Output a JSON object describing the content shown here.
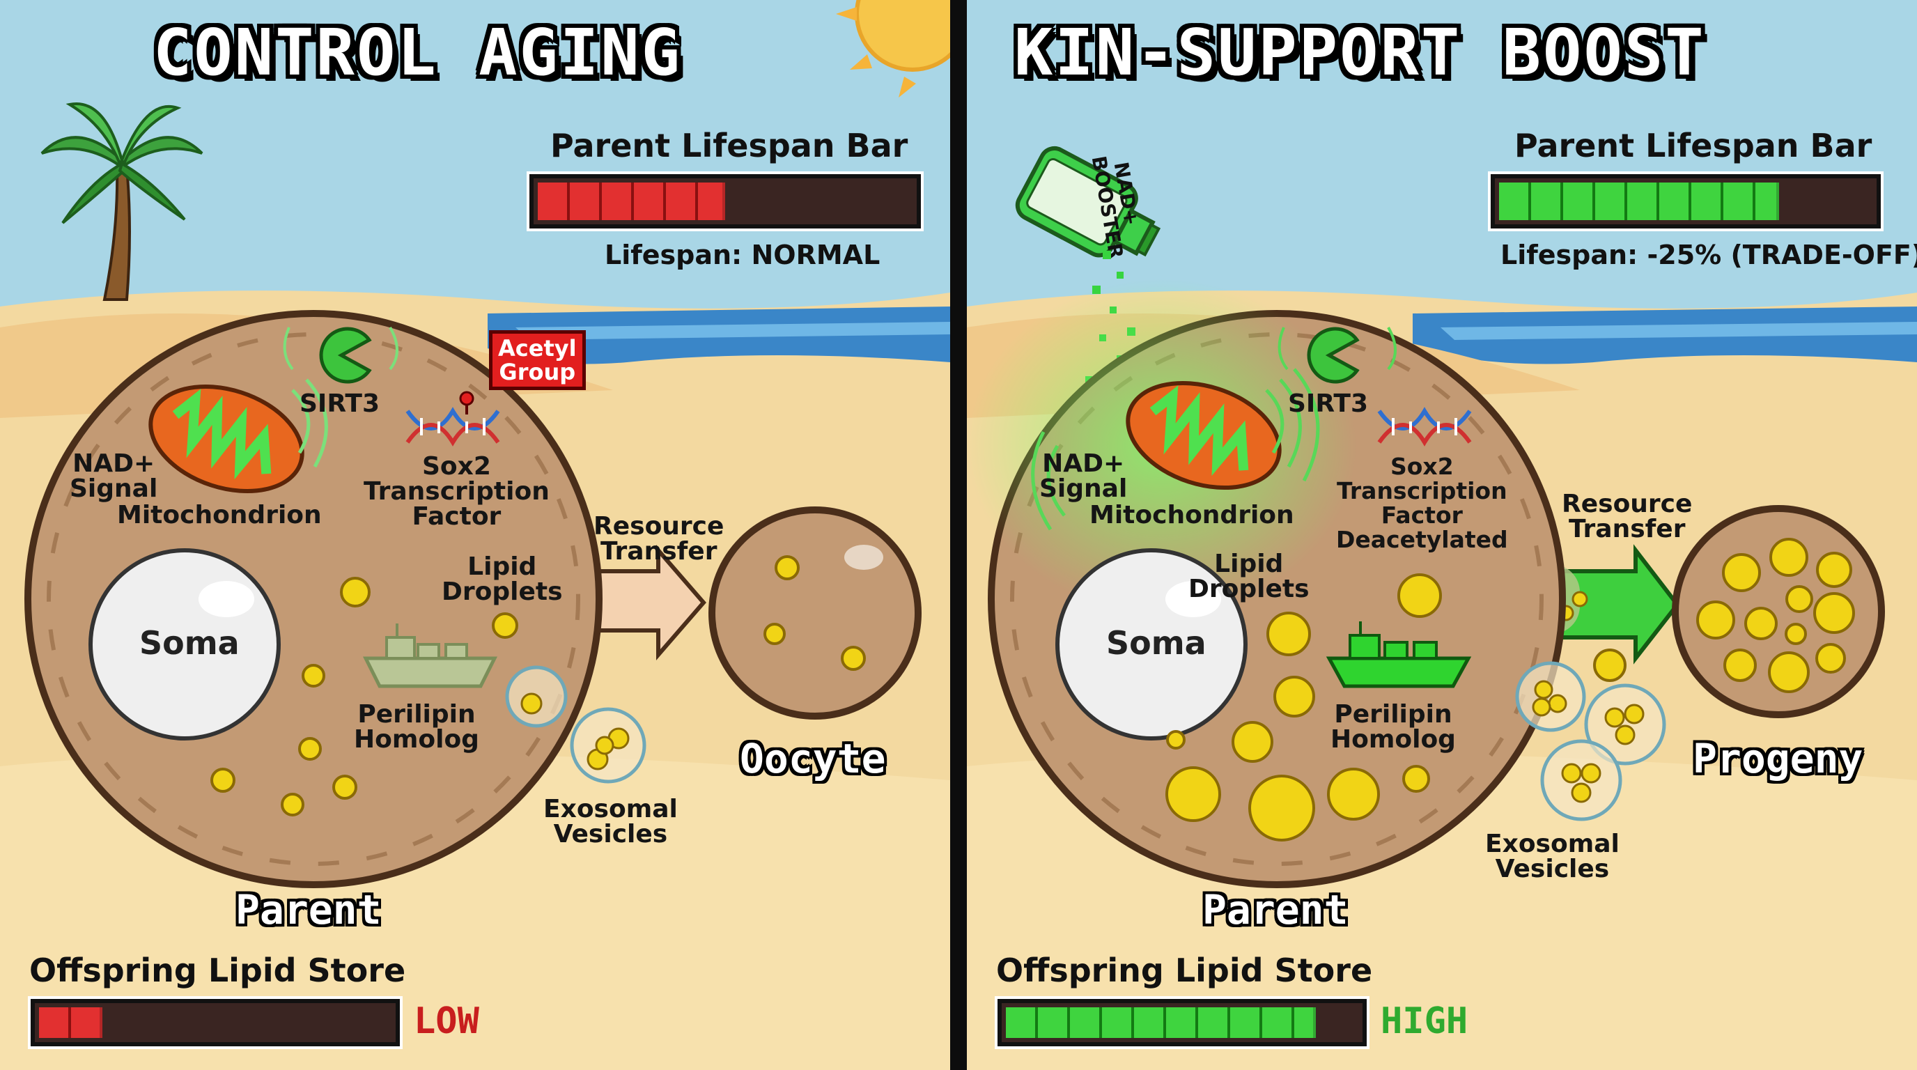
{
  "panels": {
    "left": {
      "title": "CONTROL AGING",
      "lifespan_bar": {
        "title": "Parent Lifespan Bar",
        "level": 0.5,
        "caption": "Lifespan: NORMAL",
        "color": "#e23030"
      },
      "labels": {
        "sirt3": "SIRT3",
        "acetyl_group": "Acetyl\nGroup",
        "nad_signal": "NAD+\nSignal",
        "mitochondrion": "Mitochondrion",
        "sox2": "Sox2\nTranscription\nFactor",
        "resource_transfer": "Resource\nTransfer",
        "lipid_droplets": "Lipid\nDroplets",
        "soma": "Soma",
        "perilipin": "Perilipin\nHomolog",
        "exosomal_vesicles": "Exosomal\nVesicles",
        "target": "Oocyte",
        "parent": "Parent"
      },
      "offspring_store": {
        "title": "Offspring Lipid Store",
        "level": 0.18,
        "level_word": "LOW",
        "color": "#c81e1e"
      }
    },
    "right": {
      "title": "KIN-SUPPORT BOOST",
      "booster_label": "NAD+\nBOOSTER",
      "lifespan_bar": {
        "title": "Parent Lifespan Bar",
        "level": 0.75,
        "caption": "Lifespan: -25% (TRADE-OFF)",
        "color": "#3fd43f"
      },
      "labels": {
        "sirt3": "SIRT3",
        "nad_signal": "NAD+\nSignal",
        "mitochondrion": "Mitochondrion",
        "sox2": "Sox2\nTranscription\nFactor\nDeacetylated",
        "resource_transfer": "Resource\nTransfer",
        "lipid_droplets": "Lipid\nDroplets",
        "soma": "Soma",
        "perilipin": "Perilipin\nHomolog",
        "exosomal_vesicles": "Exosomal\nVesicles",
        "target": "Progeny",
        "parent": "Parent"
      },
      "offspring_store": {
        "title": "Offspring Lipid Store",
        "level": 0.88,
        "level_word": "HIGH",
        "color": "#2faa2f"
      }
    }
  }
}
